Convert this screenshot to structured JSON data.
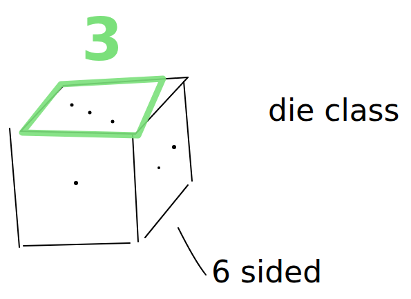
{
  "diagram": {
    "labels": [
      "3",
      "die class",
      "6 sided"
    ]
  }
}
